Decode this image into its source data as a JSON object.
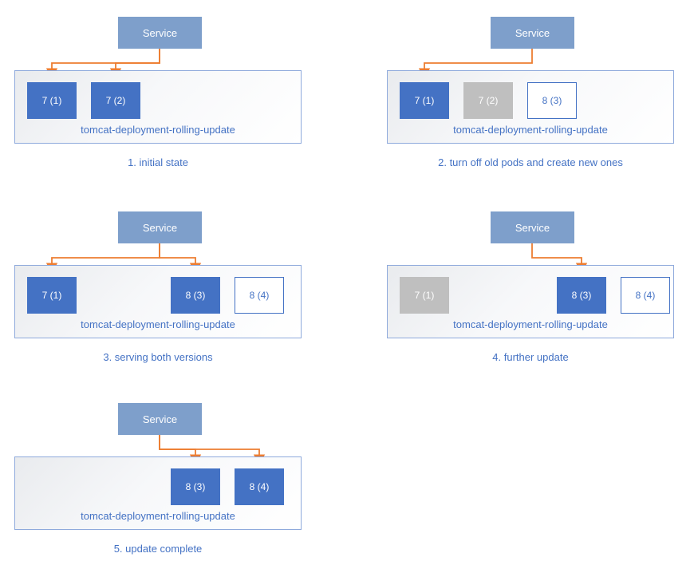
{
  "service_label": "Service",
  "deployment_name": "tomcat-deployment-rolling-update",
  "colors": {
    "service_fill": "#7E9FCB",
    "pod_active_fill": "#4472C4",
    "pod_terminated_fill": "#BFBFBF",
    "pod_new_border": "#4472C4",
    "deployment_border": "#8FAADC",
    "arrow": "#ED7D31",
    "text_blue": "#4472C4"
  },
  "panels": [
    {
      "caption": "1. initial state",
      "pods": [
        {
          "label": "7 (1)",
          "state": "active"
        },
        {
          "label": "7 (2)",
          "state": "active"
        }
      ]
    },
    {
      "caption": "2. turn off old pods and create new ones",
      "pods": [
        {
          "label": "7 (1)",
          "state": "active"
        },
        {
          "label": "7 (2)",
          "state": "terminated"
        },
        {
          "label": "8 (3)",
          "state": "new"
        }
      ]
    },
    {
      "caption": "3. serving both versions",
      "pods": [
        {
          "label": "7 (1)",
          "state": "active"
        },
        {
          "label": "8 (3)",
          "state": "active"
        },
        {
          "label": "8 (4)",
          "state": "new"
        }
      ]
    },
    {
      "caption": "4. further update",
      "pods": [
        {
          "label": "7 (1)",
          "state": "terminated"
        },
        {
          "label": "8 (3)",
          "state": "active"
        },
        {
          "label": "8 (4)",
          "state": "new"
        }
      ]
    },
    {
      "caption": "5. update complete",
      "pods": [
        {
          "label": "8 (3)",
          "state": "active"
        },
        {
          "label": "8 (4)",
          "state": "active"
        }
      ]
    }
  ]
}
